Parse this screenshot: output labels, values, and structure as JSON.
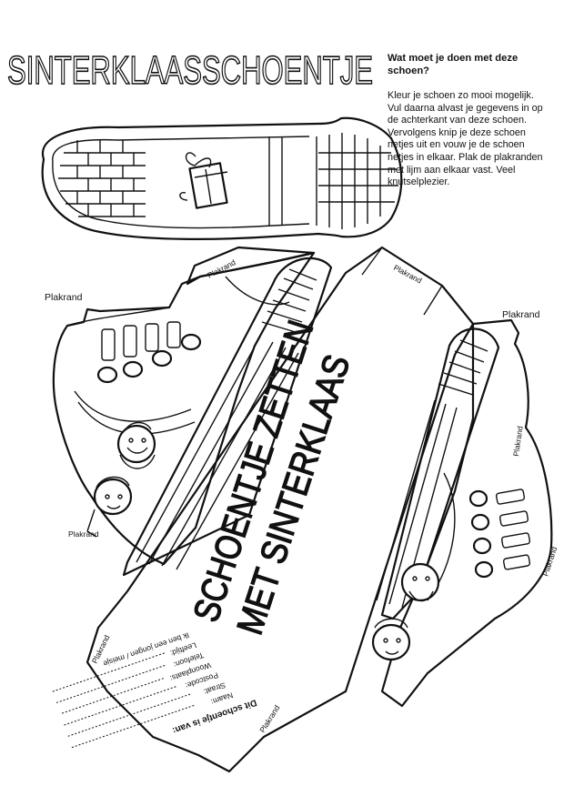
{
  "title": "SINTERKLAASSCHOENTJE",
  "instructions": {
    "heading": "Wat moet je doen met deze schoen?",
    "body": "Kleur je schoen zo mooi mogelijk.\nVul daarna alvast je gegevens in op\nde achterkant van deze schoen.\nVervolgens knip je deze schoen\nnetjes uit en vouw je de schoen\nnetjes in elkaar. Plak de plakranden\nmet lijm aan elkaar vast. Veel\nknutselplezier."
  },
  "labels": {
    "plakrand": "Plakrand"
  },
  "slogan": {
    "line1": "SCHOENTJE ZETTEN",
    "line2": "MET SINTERKLAAS"
  },
  "form": {
    "heading": "Dit schoentje is van:",
    "fields": [
      "Naam:",
      "Straat:",
      "Postcode:",
      "Woonplaats:",
      "Telefoon:",
      "Leeftijd:"
    ],
    "gender": "Ik ben een jongen / meisje"
  },
  "icons": [
    "gift-icon",
    "sinterklaas-face-icon",
    "piet-face-icon",
    "lace-eyelet-icon"
  ]
}
